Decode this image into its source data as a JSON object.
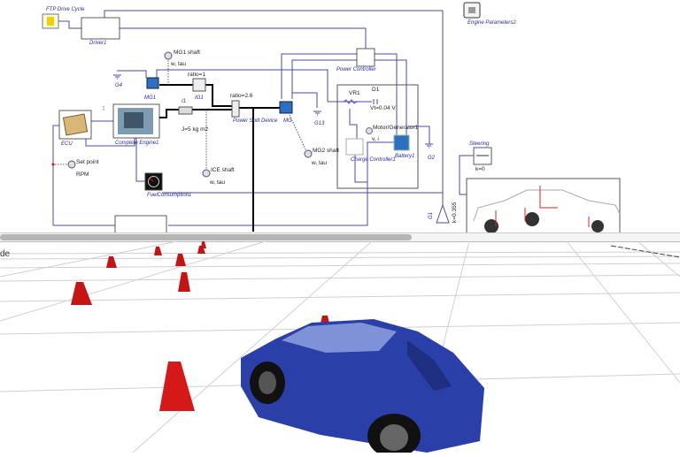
{
  "diagram": {
    "ftp_drive_cycle": "FTP Drive Cycle",
    "driver": "Driver1",
    "engine_parameters": "Engine Parameters2",
    "power_controller": "Power Controller",
    "mg1_shaft": "MG1 shaft",
    "mg1_shaft_vars": "w, tau",
    "mg1": "MG1",
    "g4": "G4",
    "ig1_ratio": "ratio=1",
    "ig1": "IG1",
    "inertia": "I1",
    "inertia_value": "J=5 kg m2",
    "psd_ratio": "ratio=2.6",
    "power_split_device": "Power Split Device",
    "mg2": "MG",
    "g13": "G13",
    "ecu": "ECU",
    "complete_engine": "Complete Engine1",
    "mg2_shaft": "MG2 shaft",
    "mg2_shaft_vars": "w, tau",
    "set_point": "Set point",
    "rpm": "RPM",
    "ice_shaft": "ICE shaft",
    "ice_shaft_vars": "w, tau",
    "fuel_consumption": "FuelConsumption1",
    "vr": "VR1",
    "diode": "D1",
    "vt": "Vt=0.04 V",
    "motor_generator": "Motor/Generator1",
    "vi": "v, i",
    "charge_controller": "Charge Controller1",
    "battery": "Battery1",
    "g2": "G2",
    "steering": "Steering",
    "steering_k": "k=0",
    "gain_k": "k=0.355",
    "gain_name": "G1"
  },
  "scene": {
    "label": "de"
  },
  "colors": {
    "wire": "#4b4bab",
    "car": "#2a3fa8",
    "cone": "#c41414"
  }
}
